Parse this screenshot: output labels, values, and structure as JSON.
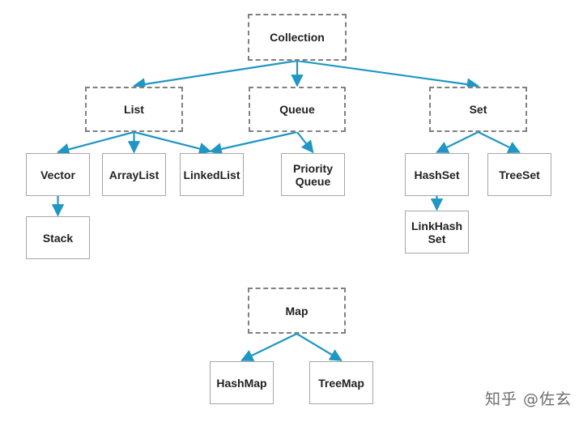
{
  "colors": {
    "arrow": "#1f96c3",
    "interface_border": "#808080",
    "class_border": "#a6a6a6"
  },
  "nodes": {
    "collection": "Collection",
    "list": "List",
    "queue": "Queue",
    "set": "Set",
    "vector": "Vector",
    "arraylist": "ArrayList",
    "linkedlist": "LinkedList",
    "priorityqueue": "Priority\nQueue",
    "hashset": "HashSet",
    "treeset": "TreeSet",
    "stack": "Stack",
    "linkhashset": "LinkHash\nSet",
    "map": "Map",
    "hashmap": "HashMap",
    "treemap": "TreeMap"
  },
  "edges": [
    [
      "collection",
      "list"
    ],
    [
      "collection",
      "queue"
    ],
    [
      "collection",
      "set"
    ],
    [
      "list",
      "vector"
    ],
    [
      "list",
      "arraylist"
    ],
    [
      "list",
      "linkedlist"
    ],
    [
      "queue",
      "linkedlist"
    ],
    [
      "queue",
      "priorityqueue"
    ],
    [
      "vector",
      "stack"
    ],
    [
      "set",
      "hashset"
    ],
    [
      "set",
      "treeset"
    ],
    [
      "hashset",
      "linkhashset"
    ],
    [
      "map",
      "hashmap"
    ],
    [
      "map",
      "treemap"
    ]
  ],
  "watermark": "知乎 @佐玄"
}
